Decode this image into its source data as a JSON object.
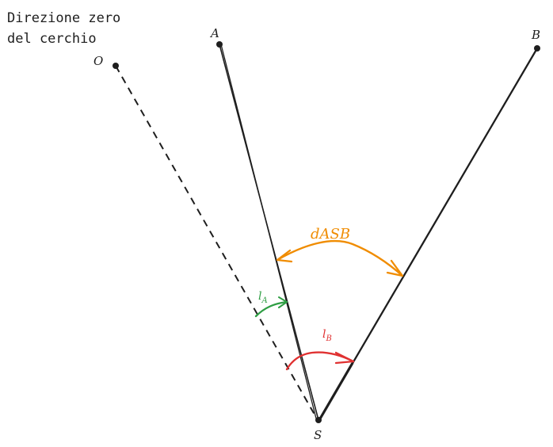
{
  "diagram": {
    "note_line1": "Direzione zero",
    "note_line2": "del cerchio",
    "points": {
      "O": "O",
      "A": "A",
      "B": "B",
      "S": "S"
    },
    "angle_labels": {
      "dasb": "dASB",
      "la_main": "l",
      "la_sub": "A",
      "lb_main": "l",
      "lb_sub": "B"
    },
    "colors": {
      "ink": "#1e1e1e",
      "dasb": "#f08c00",
      "la": "#2f9e44",
      "lb": "#e03131"
    }
  }
}
